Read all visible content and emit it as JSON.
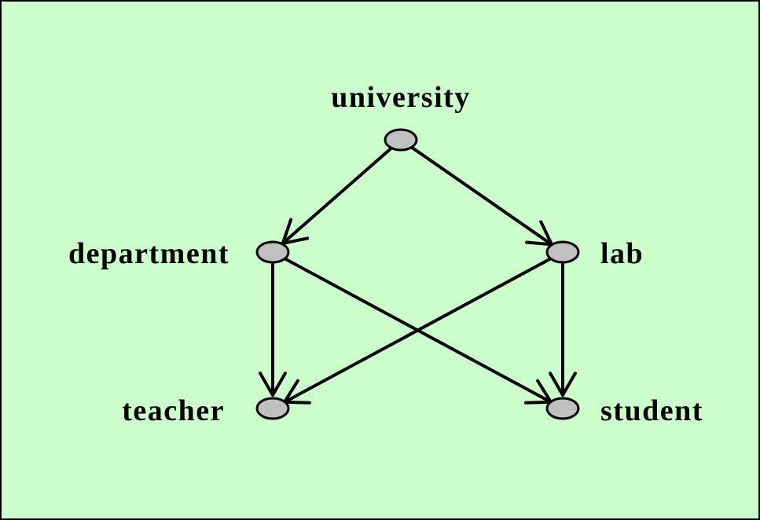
{
  "diagram": {
    "nodes": [
      {
        "id": "university",
        "label": "university"
      },
      {
        "id": "department",
        "label": "department"
      },
      {
        "id": "lab",
        "label": "lab"
      },
      {
        "id": "teacher",
        "label": "teacher"
      },
      {
        "id": "student",
        "label": "student"
      }
    ],
    "edges": [
      {
        "from": "university",
        "to": "department"
      },
      {
        "from": "university",
        "to": "lab"
      },
      {
        "from": "department",
        "to": "teacher"
      },
      {
        "from": "department",
        "to": "student"
      },
      {
        "from": "lab",
        "to": "teacher"
      },
      {
        "from": "lab",
        "to": "student"
      }
    ],
    "colors": {
      "background": "#ccffcc",
      "node_fill": "#c0c0c0",
      "stroke": "#000000"
    }
  }
}
